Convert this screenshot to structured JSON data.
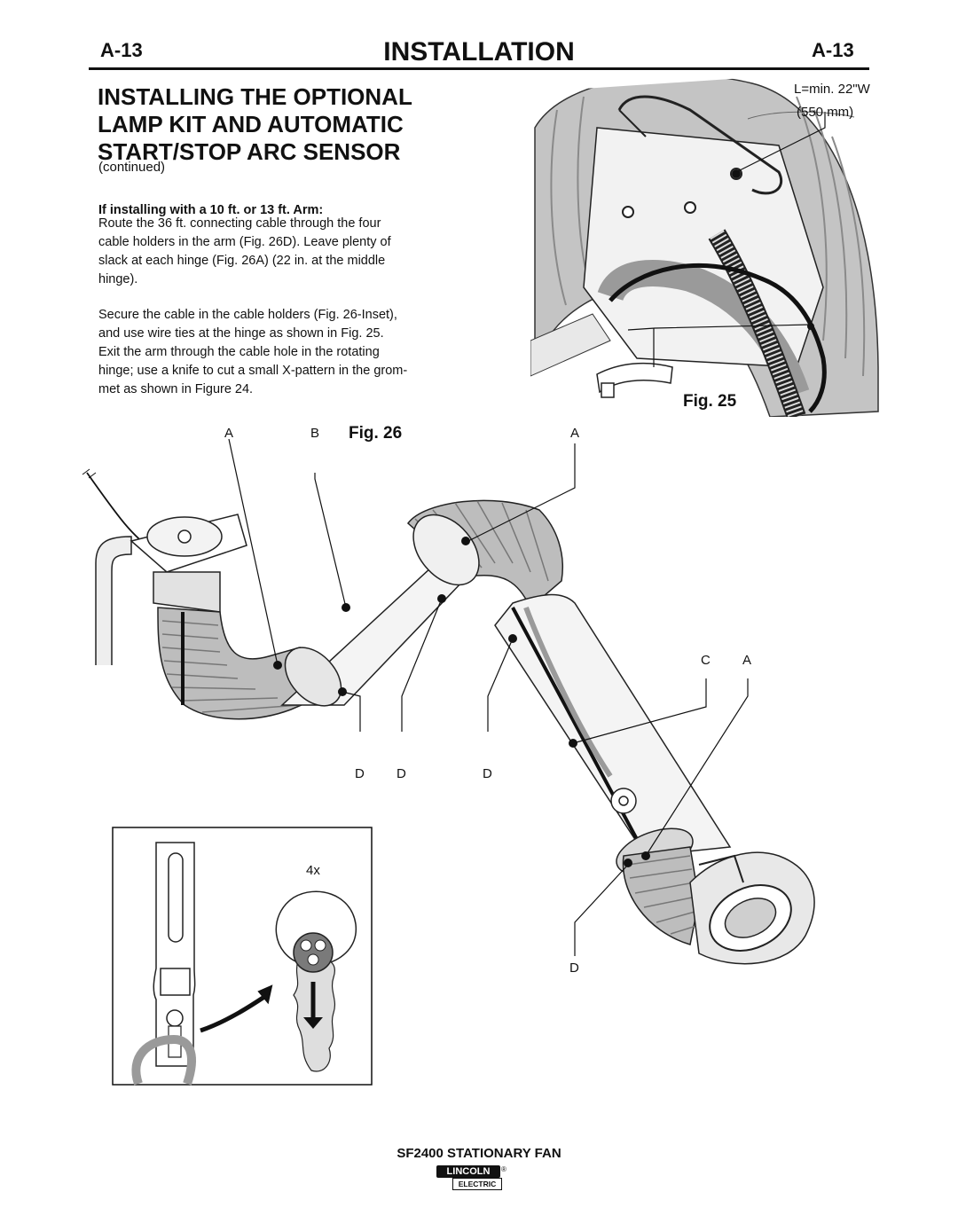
{
  "header": {
    "page_code_left": "A-13",
    "title": "INSTALLATION",
    "page_code_right": "A-13"
  },
  "section": {
    "title_lines": [
      "INSTALLING THE OPTIONAL",
      "LAMP KIT AND AUTOMATIC",
      "START/STOP ARC SENSOR"
    ],
    "subtitle": "(continued)",
    "subheading": "If installing with a 10 ft. or 13 ft. Arm:",
    "paragraph1_lines": [
      "Route the 36 ft. connecting cable through the four",
      "cable holders in the arm (Fig. 26D). Leave plenty of",
      "slack at each hinge (Fig. 26A) (22 in. at the middle",
      "hinge)."
    ],
    "paragraph2_lines": [
      "Secure the cable in the cable holders (Fig. 26-Inset),",
      "and use wire ties at the hinge as shown in Fig. 25.",
      "Exit the arm through the cable hole in the rotating",
      "hinge; use a knife to cut a small X-pattern in the grom-",
      "met as shown in Figure 24."
    ]
  },
  "fig25": {
    "label": "Fig. 25",
    "length_line1": "L=min. 22\"W",
    "length_line2": "(550 mm)"
  },
  "fig26": {
    "label": "Fig. 26",
    "callout_a": "A",
    "callout_b": "B",
    "callout_c": "C",
    "callout_d": "D",
    "inset_count": "4x"
  },
  "footer": {
    "product": "SF2400 STATIONARY FAN",
    "logo_top": "LINCOLN",
    "logo_bottom": "ELECTRIC",
    "logo_reg": "®"
  }
}
